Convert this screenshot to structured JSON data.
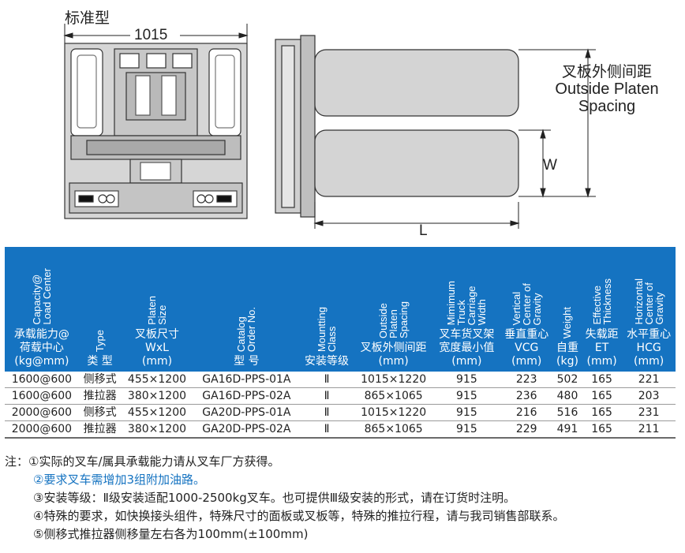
{
  "header": {
    "title": "标准型"
  },
  "drawing": {
    "front_width_dim": "1015",
    "w_dim": "W",
    "l_dim": "L",
    "spacing_label_cn": "叉板外侧间距",
    "spacing_label_en_line1": "Outside Platen",
    "spacing_label_en_line2": "Spacing"
  },
  "table": {
    "headers": [
      {
        "en": "Capacity@\nLoad Center",
        "cn": "承载能力@\n荷载中心\n(kg@mm)"
      },
      {
        "en": "Type",
        "cn": "类  型"
      },
      {
        "en": "Platen\nSize",
        "cn": "叉板尺寸\nWxL\n(mm)"
      },
      {
        "en": "Catalog\nOrder No.",
        "cn": "型  号"
      },
      {
        "en": "Mountting\nClass",
        "cn": "安装等级"
      },
      {
        "en": "Outside\nPlaten\nSpacing",
        "cn": "叉板外侧间距\n(mm)"
      },
      {
        "en": "Mimimum\nTruck\nCarriage\nWidth",
        "cn": "叉车货叉架\n宽度最小值\n(mm)"
      },
      {
        "en": "Vertical\nCenter of\nGravity",
        "cn": "垂直重心\nVCG\n(mm)"
      },
      {
        "en": "Weight",
        "cn": "自重\n(kg)"
      },
      {
        "en": "Effective\nThickness",
        "cn": "失载距\nET\n(mm)"
      },
      {
        "en": "Horizontal\nCenter of\nGravity",
        "cn": "水平重心\nHCG\n(mm)"
      }
    ],
    "rows": [
      [
        "1600@600",
        "侧移式",
        "455×1200",
        "GA16D-PPS-01A",
        "Ⅱ",
        "1015×1220",
        "915",
        "223",
        "502",
        "165",
        "221"
      ],
      [
        "1600@600",
        "推拉器",
        "380×1200",
        "GA16D-PPS-02A",
        "Ⅱ",
        "865×1065",
        "915",
        "236",
        "480",
        "165",
        "203"
      ],
      [
        "2000@600",
        "侧移式",
        "455×1200",
        "GA20D-PPS-01A",
        "Ⅱ",
        "1015×1220",
        "915",
        "216",
        "516",
        "165",
        "231"
      ],
      [
        "2000@600",
        "推拉器",
        "380×1200",
        "GA20D-PPS-02A",
        "Ⅱ",
        "865×1065",
        "915",
        "229",
        "491",
        "165",
        "211"
      ]
    ]
  },
  "notes": {
    "n1": "注：①实际的叉车/属具承载能力请从叉车厂方获得。",
    "n2": "②要求叉车需增加3组附加油路。",
    "n3": "③安装等级：Ⅱ级安装适配1000-2500kg叉车。也可提供Ⅲ级安装的形式，请在订货时注明。",
    "n4": "④特殊的要求，如快换接头组件，特殊尺寸的面板或叉板等，特殊的推拉行程，请与我司销售部联系。",
    "n5": "⑤侧移式推拉器侧移量左右各为100mm(±100mm)",
    "n2_color": "#1573c1"
  },
  "colors": {
    "header_blue": "#1573c1",
    "drawing_gray": "#d4d4d4",
    "drawing_line": "#333333"
  }
}
